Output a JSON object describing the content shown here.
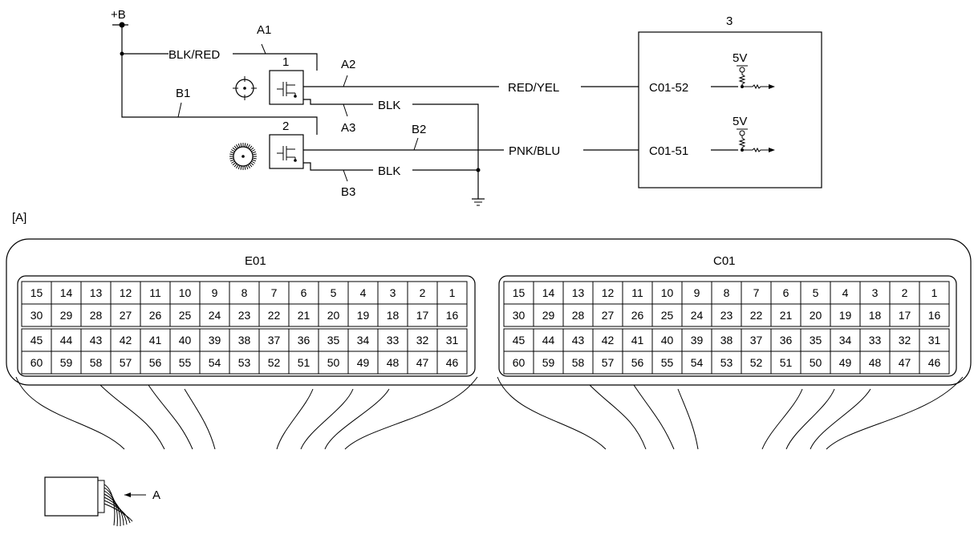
{
  "supply_label": "+B",
  "sensor1": {
    "number": "1",
    "wire_supply": {
      "id": "A1",
      "color": "BLK/RED"
    },
    "wire_signal": {
      "id": "A2",
      "color": "RED/YEL"
    },
    "wire_ground": {
      "id": "A3",
      "color": "BLK"
    }
  },
  "sensor2": {
    "number": "2",
    "wire_supply": {
      "id": "B1"
    },
    "wire_signal": {
      "id": "B2",
      "color": "PNK/BLU"
    },
    "wire_ground": {
      "id": "B3",
      "color": "BLK"
    }
  },
  "module": {
    "number": "3",
    "input1": {
      "pin": "C01-52",
      "voltage": "5V"
    },
    "input2": {
      "pin": "C01-51",
      "voltage": "5V"
    }
  },
  "view_label": "[A]",
  "connectors": [
    {
      "name": "E01",
      "rows": [
        [
          "15",
          "14",
          "13",
          "12",
          "11",
          "10",
          "9",
          "8",
          "7",
          "6",
          "5",
          "4",
          "3",
          "2",
          "1"
        ],
        [
          "30",
          "29",
          "28",
          "27",
          "26",
          "25",
          "24",
          "23",
          "22",
          "21",
          "20",
          "19",
          "18",
          "17",
          "16"
        ],
        [
          "45",
          "44",
          "43",
          "42",
          "41",
          "40",
          "39",
          "38",
          "37",
          "36",
          "35",
          "34",
          "33",
          "32",
          "31"
        ],
        [
          "60",
          "59",
          "58",
          "57",
          "56",
          "55",
          "54",
          "53",
          "52",
          "51",
          "50",
          "49",
          "48",
          "47",
          "46"
        ]
      ]
    },
    {
      "name": "C01",
      "rows": [
        [
          "15",
          "14",
          "13",
          "12",
          "11",
          "10",
          "9",
          "8",
          "7",
          "6",
          "5",
          "4",
          "3",
          "2",
          "1"
        ],
        [
          "30",
          "29",
          "28",
          "27",
          "26",
          "25",
          "24",
          "23",
          "22",
          "21",
          "20",
          "19",
          "18",
          "17",
          "16"
        ],
        [
          "45",
          "44",
          "43",
          "42",
          "41",
          "40",
          "39",
          "38",
          "37",
          "36",
          "35",
          "34",
          "33",
          "32",
          "31"
        ],
        [
          "60",
          "59",
          "58",
          "57",
          "56",
          "55",
          "54",
          "53",
          "52",
          "51",
          "50",
          "49",
          "48",
          "47",
          "46"
        ]
      ]
    }
  ],
  "harness_arrow_label": "A"
}
